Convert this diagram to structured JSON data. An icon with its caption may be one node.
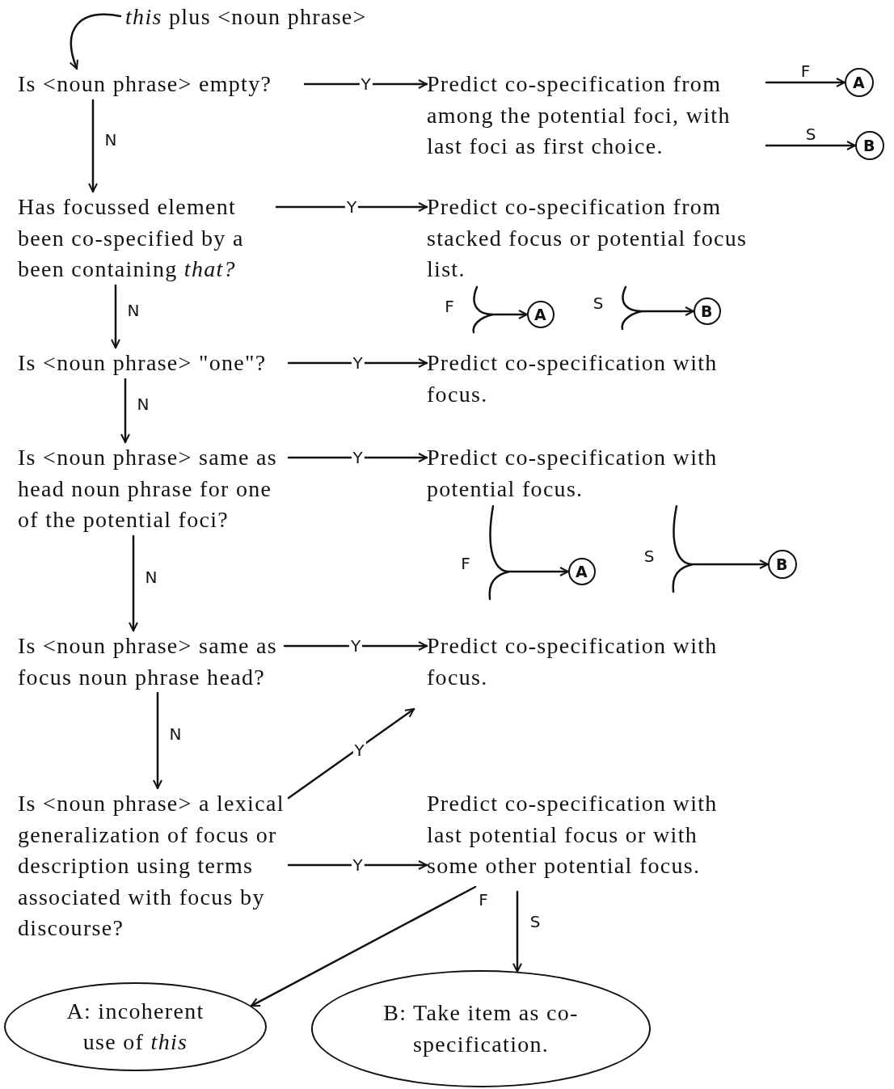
{
  "diagram": {
    "nodes": [
      {
        "text": [
          "*this* plus <noun phrase>"
        ]
      },
      {
        "text": [
          "Is <noun phrase> empty?"
        ]
      },
      {
        "text": [
          "Predict co-specification from among the potential foci, with last foci as first choice."
        ]
      },
      {
        "text": [
          "A"
        ]
      },
      {
        "text": [
          "B"
        ]
      },
      {
        "text": [
          "Has focussed element been co-specified by a been containing *that?*"
        ]
      },
      {
        "text": [
          "Predict co-specification from stacked focus or potential focus list."
        ]
      },
      {
        "text": [
          "A"
        ]
      },
      {
        "text": [
          "B"
        ]
      },
      {
        "text": [
          "Is <noun phrase> \"one\"?"
        ]
      },
      {
        "text": [
          "Predict co-specification with focus."
        ]
      },
      {
        "text": [
          "Is <noun phrase> same as head noun phrase for one of the potential foci?"
        ]
      },
      {
        "text": [
          "Predict co-specification with potential focus."
        ]
      },
      {
        "text": [
          "A"
        ]
      },
      {
        "text": [
          "B"
        ]
      },
      {
        "text": [
          "Is <noun phrase> same as focus noun phrase head?"
        ]
      },
      {
        "text": [
          "Predict co-specification with focus."
        ]
      },
      {
        "text": [
          "Is <noun phrase> a lexical generalization of focus or description using terms associated with focus by discourse?"
        ]
      },
      {
        "text": [
          "Predict co-specification with last potential focus or with some other potential focus."
        ]
      },
      {
        "text": [
          "A: incoherent use of *this*"
        ]
      },
      {
        "text": [
          "B: Take item as co-specification."
        ]
      }
    ],
    "edges": [
      {
        "from": 0,
        "to": 1,
        "arrow": "to"
      },
      {
        "from": 1,
        "to": 2,
        "arrow": "to",
        "label": "Y"
      },
      {
        "from": 1,
        "to": 5,
        "arrow": "to",
        "label": "N"
      },
      {
        "from": 2,
        "to": 3,
        "arrow": "to",
        "label": "F"
      },
      {
        "from": 2,
        "to": 4,
        "arrow": "to",
        "label": "S"
      },
      {
        "from": 5,
        "to": 6,
        "arrow": "to",
        "label": "Y"
      },
      {
        "from": 5,
        "to": 9,
        "arrow": "to",
        "label": "N"
      },
      {
        "from": 6,
        "to": 7,
        "arrow": "to",
        "label": "F"
      },
      {
        "from": 6,
        "to": 8,
        "arrow": "to",
        "label": "S"
      },
      {
        "from": 9,
        "to": 10,
        "arrow": "to",
        "label": "Y"
      },
      {
        "from": 9,
        "to": 11,
        "arrow": "to",
        "label": "N"
      },
      {
        "from": 11,
        "to": 12,
        "arrow": "to",
        "label": "Y"
      },
      {
        "from": 11,
        "to": 15,
        "arrow": "to",
        "label": "N"
      },
      {
        "from": 12,
        "to": 13,
        "arrow": "to",
        "label": "F"
      },
      {
        "from": 12,
        "to": 14,
        "arrow": "to",
        "label": "S"
      },
      {
        "from": 15,
        "to": 16,
        "arrow": "to",
        "label": "Y"
      },
      {
        "from": 15,
        "to": 17,
        "arrow": "to",
        "label": "N"
      },
      {
        "from": 17,
        "to": 16,
        "arrow": "to",
        "label": "Y"
      },
      {
        "from": 17,
        "to": 18,
        "arrow": "to",
        "label": "Y"
      },
      {
        "from": 18,
        "to": 19,
        "arrow": "to",
        "label": "F"
      },
      {
        "from": 18,
        "to": 20,
        "arrow": "to",
        "label": "S"
      }
    ]
  }
}
